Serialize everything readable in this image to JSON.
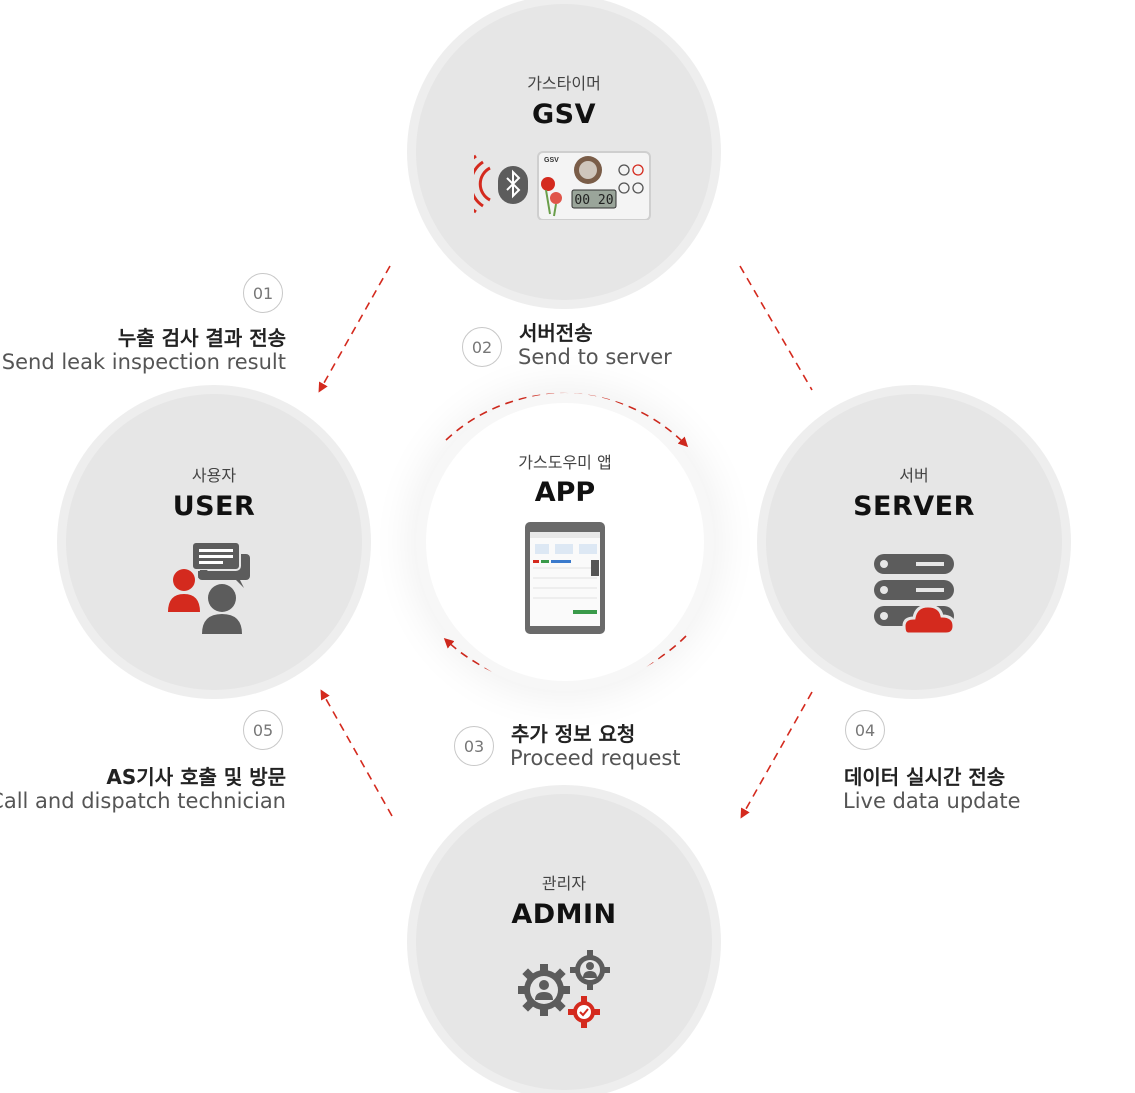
{
  "nodes": {
    "gsv": {
      "ko": "가스타이머",
      "en": "GSV",
      "lcd": "00 20",
      "brand": "GSV"
    },
    "user": {
      "ko": "사용자",
      "en": "USER"
    },
    "app": {
      "ko": "가스도우미 앱",
      "en": "APP"
    },
    "server": {
      "ko": "서버",
      "en": "SERVER"
    },
    "admin": {
      "ko": "관리자",
      "en": "ADMIN"
    }
  },
  "steps": [
    {
      "num": "01",
      "ko": "누출 검사 결과 전송",
      "en": "Send leak inspection result"
    },
    {
      "num": "02",
      "ko": "서버전송",
      "en": "Send to server"
    },
    {
      "num": "03",
      "ko": "추가 정보 요청",
      "en": "Proceed request"
    },
    {
      "num": "04",
      "ko": "데이터 실시간 전송",
      "en": "Live data update"
    },
    {
      "num": "05",
      "ko": "AS기사 호출 및 방문",
      "en": "Call and dispatch technician"
    }
  ],
  "colors": {
    "accent": "#d42a1e",
    "node_bg": "#e6e6e6",
    "icon_gray": "#5c5c5c"
  },
  "icons": {
    "gsv": "gas-timer-device-icon",
    "user": "chat-users-icon",
    "app": "tablet-icon",
    "server": "server-cloud-icon",
    "admin": "gear-people-icon"
  }
}
